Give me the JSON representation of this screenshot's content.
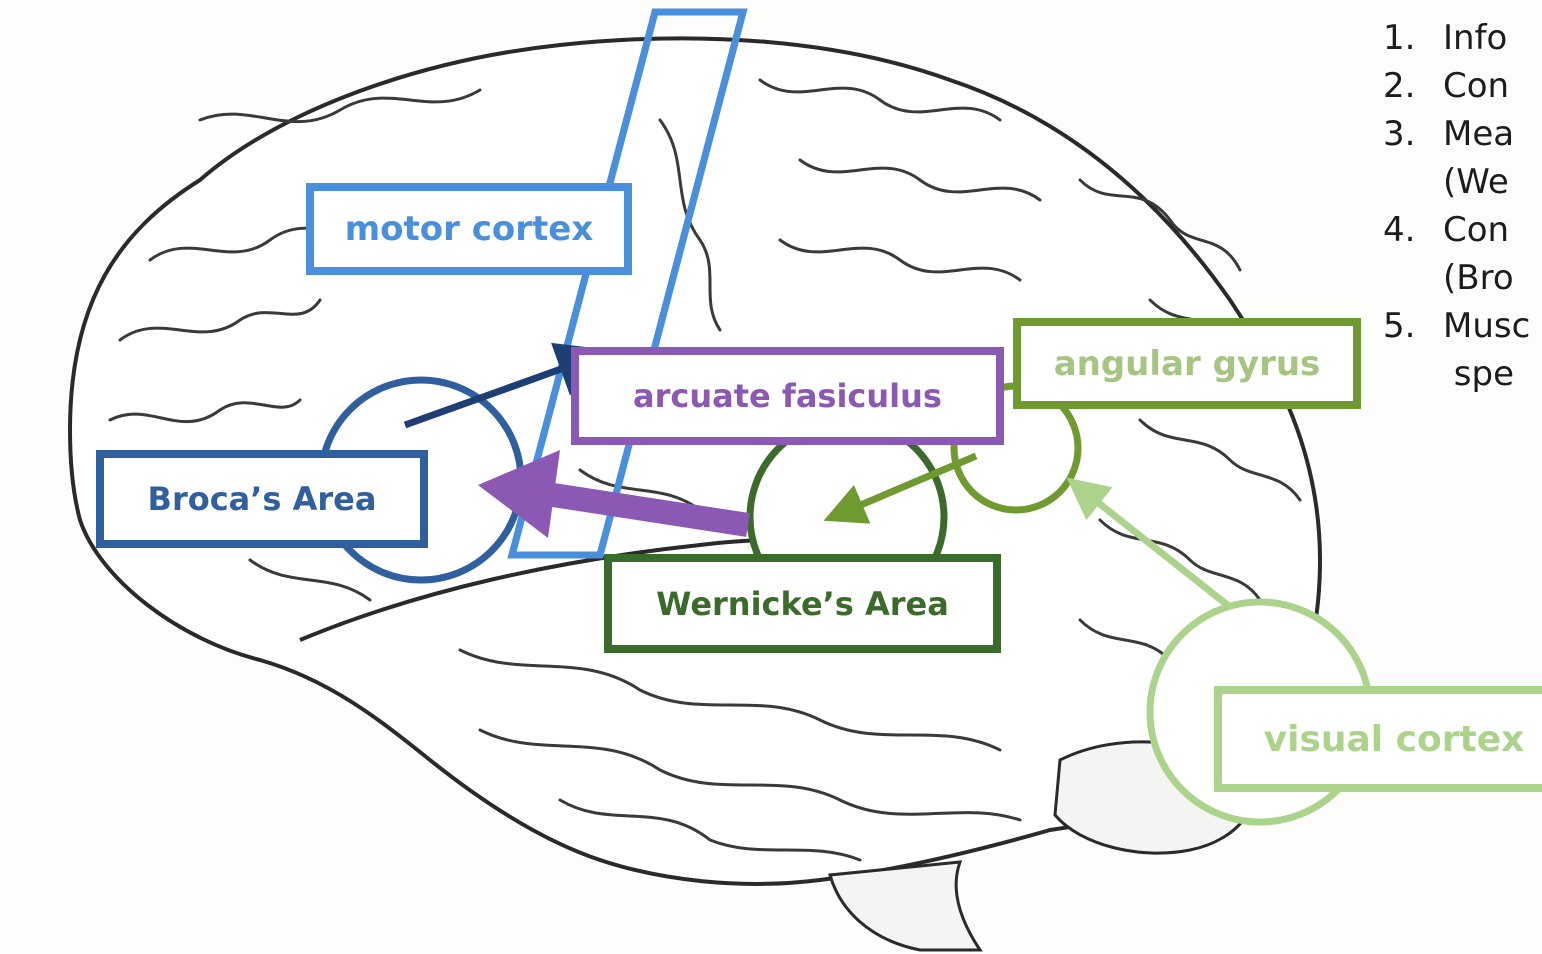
{
  "labels": {
    "motor_cortex": "motor cortex",
    "brocas_area": "Broca’s Area",
    "arcuate_fasiculus": "arcuate fasiculus",
    "wernickes_area": "Wernicke’s Area",
    "angular_gyrus": "angular gyrus",
    "visual_cortex": "visual cortex"
  },
  "steps": [
    {
      "num": "1.",
      "line1": "Info",
      "line2": ""
    },
    {
      "num": "2.",
      "line1": "Con",
      "line2": ""
    },
    {
      "num": "3.",
      "line1": "Mea",
      "line2": "(We"
    },
    {
      "num": "4.",
      "line1": "Con",
      "line2": "(Bro"
    },
    {
      "num": "5.",
      "line1": "Musc",
      "line2": " spe"
    }
  ],
  "colors": {
    "motor": "#4a8fdc",
    "broca": "#2f5f9e",
    "arcuate": "#8b58b3",
    "wernicke": "#3b6b2a",
    "angular": "#6e9a2f",
    "visual": "#acd38c",
    "brain_outline": "#2a2a2a"
  },
  "icons": {
    "brain": "brain-illustration-icon"
  }
}
